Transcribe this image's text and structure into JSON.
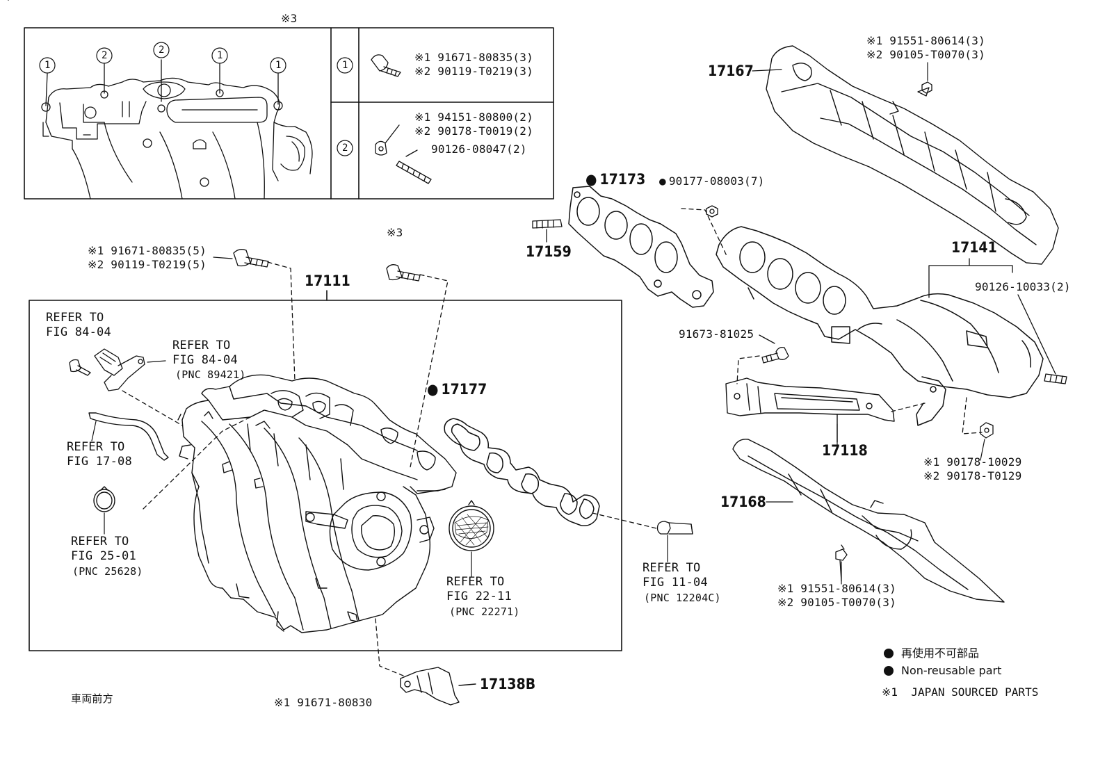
{
  "inset": {
    "ref_mark": "※3",
    "callouts": [
      "1",
      "2",
      "2",
      "1",
      "1",
      "1",
      "2"
    ],
    "row1": {
      "num": "1",
      "lines": [
        "※1 91671-80835(3)",
        "※2 90119-T0219(3)"
      ]
    },
    "row2": {
      "num": "2",
      "lines": [
        "※1 94151-80800(2)",
        "※2 90178-T0019(2)",
        "90126-08047(2)"
      ]
    }
  },
  "labels": {
    "bolt_left": [
      "※1 91671-80835(5)",
      "※2 90119-T0219(5)"
    ],
    "mark3": "※3",
    "p17111": "17111",
    "refer_84_04_a": [
      "REFER TO",
      "FIG 84-04"
    ],
    "refer_84_04_b": [
      "REFER TO",
      "FIG 84-04",
      "(PNC 89421)"
    ],
    "refer_17_08": [
      "REFER TO",
      "FIG 17-08"
    ],
    "refer_25_01": [
      "REFER TO",
      "FIG 25-01",
      "(PNC 25628)"
    ],
    "refer_22_11": [
      "REFER TO",
      "FIG 22-11",
      "(PNC 22271)"
    ],
    "refer_11_04": [
      "REFER TO",
      "FIG 11-04",
      "(PNC 12204C)"
    ],
    "p17177": "17177",
    "p17173": "17173",
    "p90177": "90177-08003(7)",
    "p17159": "17159",
    "p17167": "17167",
    "top_right": [
      "※1 91551-80614(3)",
      "※2 90105-T0070(3)"
    ],
    "p17141": "17141",
    "p90126_10033": "90126-10033(2)",
    "p91673": "91673-81025",
    "p17118": "17118",
    "nut_right": [
      "※1 90178-10029",
      "※2 90178-T0129"
    ],
    "p17168": "17168",
    "bottom_right": [
      "※1 91551-80614(3)",
      "※2 90105-T0070(3)"
    ],
    "p17138B": "17138B",
    "cut_bottom_left": "車両前方",
    "cut_bottom_mid": "※1 91671-80830"
  },
  "legend": {
    "jp": "再使用不可部品",
    "en": "Non-reusable part",
    "japan": "※1  JAPAN SOURCED PARTS"
  }
}
